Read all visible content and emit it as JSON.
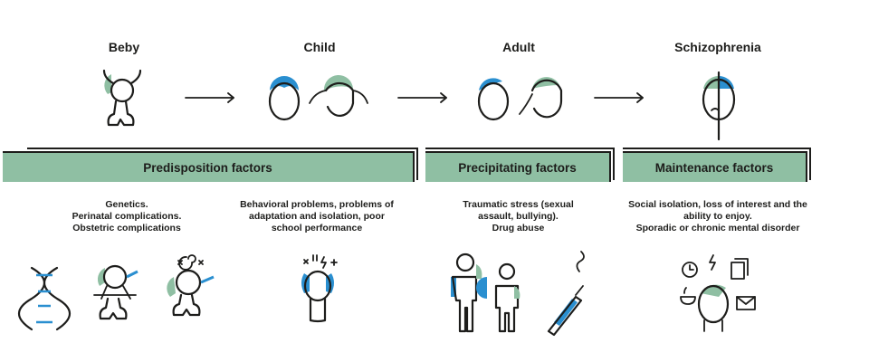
{
  "stages": [
    {
      "id": "beby",
      "label": "Beby"
    },
    {
      "id": "child",
      "label": "Child"
    },
    {
      "id": "adult",
      "label": "Adult"
    },
    {
      "id": "schizophrenia",
      "label": "Schizophrenia"
    }
  ],
  "factors": [
    {
      "id": "predisposition",
      "label": "Predisposition factors"
    },
    {
      "id": "precipitating",
      "label": "Precipitating factors"
    },
    {
      "id": "maintenance",
      "label": "Maintenance factors"
    }
  ],
  "descriptions": {
    "genetics": "Genetics.\nPerinatal complications.\nObstetric complications",
    "behavioral": "Behavioral problems, problems of\nadaptation and isolation, poor\nschool performance",
    "traumatic": "Traumatic stress (sexual\nassault, bullying).\nDrug abuse",
    "social": "Social isolation, loss of interest and the\nability to enjoy.\nSporadic or chronic mental disorder"
  },
  "colors": {
    "green": "#8fbfa3",
    "blue": "#2a8fd0",
    "outline": "#1d1d1b"
  },
  "icons": [
    "baby-icon",
    "child-heads-icon",
    "adult-heads-icon",
    "schizophrenia-head-icon",
    "dna-icon",
    "restrained-baby-icon",
    "dizzy-baby-icon",
    "stressed-child-icon",
    "bullying-icon",
    "syringe-icon",
    "isolation-icon"
  ]
}
